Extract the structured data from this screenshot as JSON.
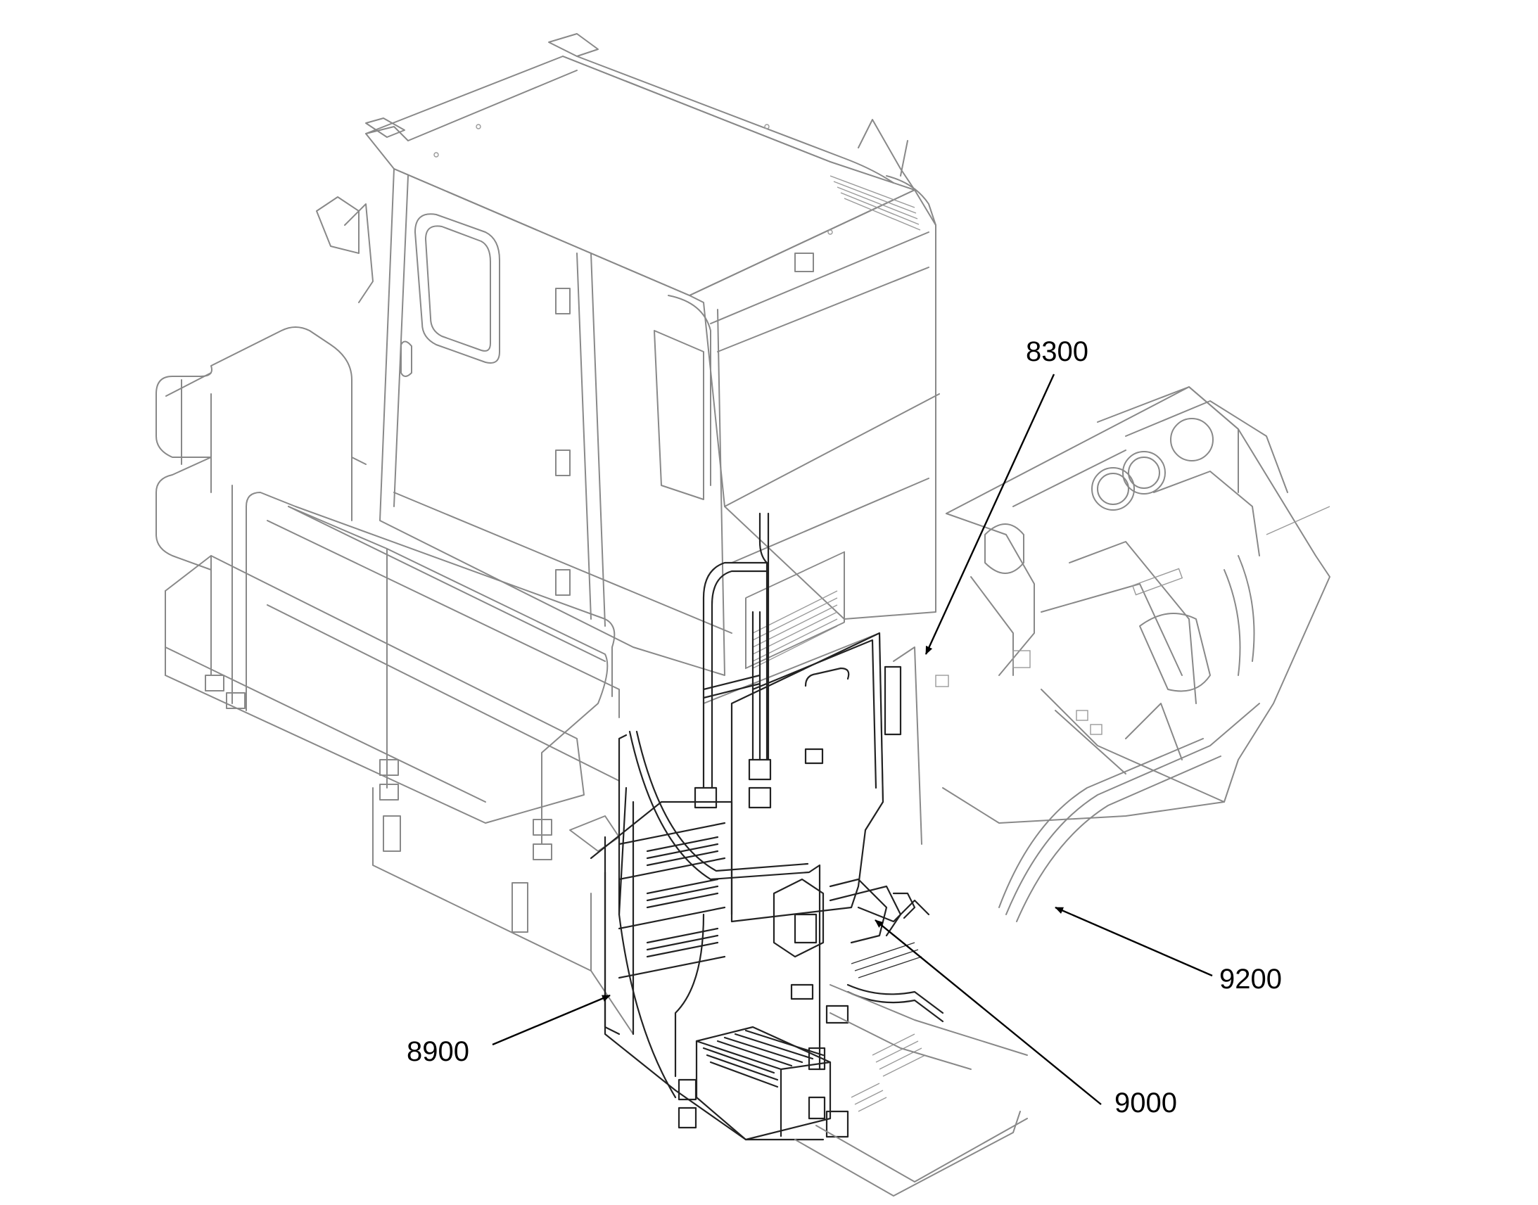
{
  "callouts": {
    "c8300": "8300",
    "c8900": "8900",
    "c9000": "9000",
    "c9200": "9200"
  },
  "colors": {
    "background": "#ffffff",
    "line_art_light": "#888888",
    "line_art_dark": "#222222",
    "callout_text": "#000000"
  }
}
